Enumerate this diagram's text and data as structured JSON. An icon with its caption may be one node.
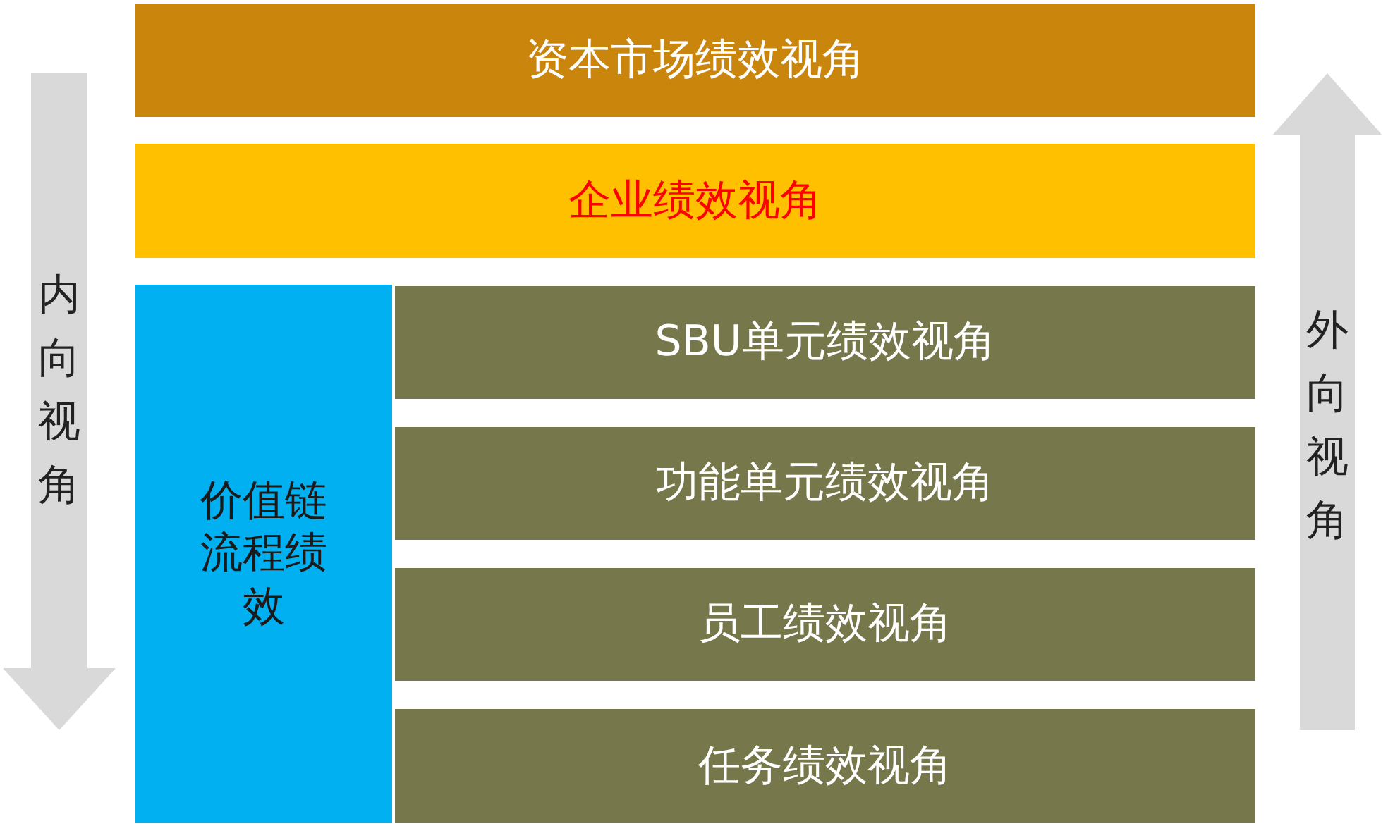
{
  "diagram": {
    "nodes": [
      {
        "text": [
          "资本市场绩效视角"
        ]
      },
      {
        "text": [
          "企业绩效视角"
        ]
      },
      {
        "text": [
          "内向视角"
        ]
      },
      {
        "text": [
          "价值链流程绩效"
        ]
      },
      {
        "text": [
          "SBU单元绩效视角"
        ]
      },
      {
        "text": [
          "功能单元绩效视角"
        ]
      },
      {
        "text": [
          "员工绩效视角"
        ]
      },
      {
        "text": [
          "任务绩效视角"
        ]
      },
      {
        "text": [
          "外向视角"
        ]
      }
    ]
  }
}
